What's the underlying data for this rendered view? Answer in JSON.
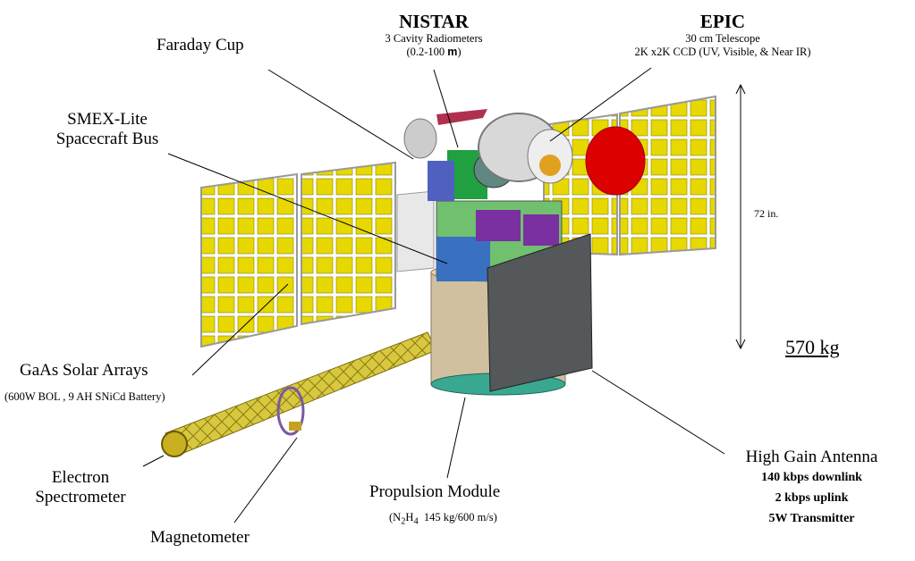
{
  "nistar": {
    "title": "NISTAR",
    "line1": "3 Cavity Radiometers",
    "line2_prefix": "(0.2-100 ",
    "line2_unit": "m",
    "line2_suffix": ")"
  },
  "epic": {
    "title": "EPIC",
    "line1": "30 cm Telescope",
    "line2": "2K x2K CCD (UV, Visible, & Near IR)"
  },
  "faraday_cup": "Faraday Cup",
  "smex": {
    "line1": "SMEX-Lite",
    "line2": "Spacecraft Bus"
  },
  "height_label": "72 in.",
  "mass_label": "570 kg",
  "solar": {
    "title": "GaAs Solar Arrays",
    "sub": "(600W BOL , 9 AH SNiCd Battery)"
  },
  "electron": {
    "line1": "Electron",
    "line2": "Spectrometer"
  },
  "magnetometer": "Magnetometer",
  "propulsion": {
    "title": "Propulsion Module",
    "sub_n": "(N",
    "sub_2": "2",
    "sub_h": "H",
    "sub_4": "4",
    "sub_rest": "  145 kg/600 m/s)"
  },
  "hga": {
    "title": "High Gain Antenna",
    "line1": "140 kbps downlink",
    "line2": "2 kbps uplink",
    "line3": "5W Transmitter"
  },
  "colors": {
    "panel": "#e6d800",
    "frame": "#b0b0b8",
    "body": "#cfc0a0",
    "antenna": "#55585a",
    "dish": "#dd0000",
    "boom": "#c8b830"
  }
}
